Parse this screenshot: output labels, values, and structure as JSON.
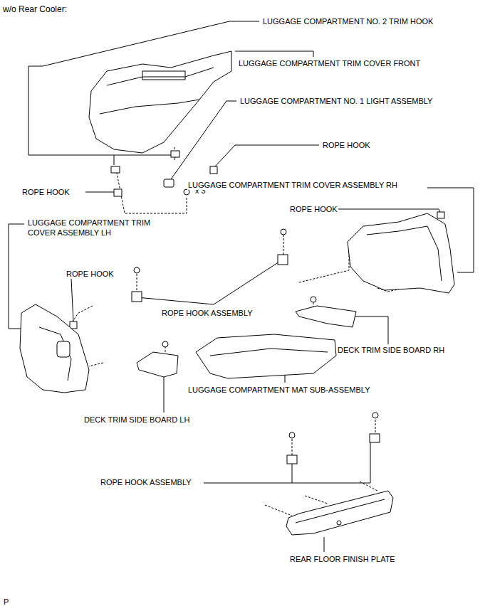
{
  "diagram": {
    "title": "w/o Rear Cooler:",
    "labels": [
      "LUGGAGE COMPARTMENT NO. 2 TRIM HOOK",
      "LUGGAGE COMPARTMENT TRIM COVER FRONT",
      "x 3",
      "LUGGAGE COMPARTMENT NO. 1 LIGHT ASSEMBLY",
      "ROPE HOOK",
      "ROPE HOOK",
      "LUGGAGE COMPARTMENT TRIM COVER ASSEMBLY RH",
      "ROPE HOOK",
      "LUGGAGE COMPARTMENT TRIM COVER ASSEMBLY LH",
      "ROPE HOOK",
      "ROPE HOOK ASSEMBLY",
      "DECK TRIM SIDE BOARD RH",
      "LUGGAGE COMPARTMENT MAT SUB-ASSEMBLY",
      "DECK TRIM SIDE BOARD LH",
      "ROPE HOOK ASSEMBLY",
      "REAR FLOOR FINISH PLATE",
      "P"
    ]
  }
}
